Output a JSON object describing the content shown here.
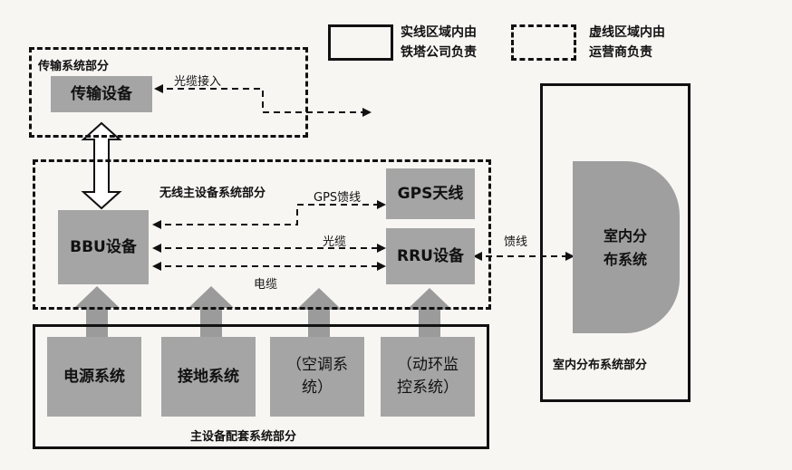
{
  "legend": {
    "solid_label_line1": "实线区域内由",
    "solid_label_line2": "铁塔公司负责",
    "dashed_label_line1": "虚线区域内由",
    "dashed_label_line2": "运营商负责"
  },
  "transmission": {
    "section_label": "传输系统部分",
    "equipment": "传输设备",
    "fiber_access": "光缆接入"
  },
  "wireless": {
    "section_label": "无线主设备系统部分",
    "bbu": "BBU设备",
    "gps_antenna": "GPS天线",
    "gps_feeder": "GPS馈线",
    "rru": "RRU设备",
    "optical_cable": "光缆",
    "electric_cable": "电缆",
    "feeder": "馈线"
  },
  "indoor": {
    "system_line1": "室内分",
    "system_line2": "布系统",
    "section_label": "室内分布系统部分"
  },
  "supporting": {
    "section_label": "主设备配套系统部分",
    "power": "电源系统",
    "grounding": "接地系统",
    "ac_line1": "（空调系",
    "ac_line2": "统）",
    "monitor_line1": "（动环监",
    "monitor_line2": "控系统）"
  }
}
